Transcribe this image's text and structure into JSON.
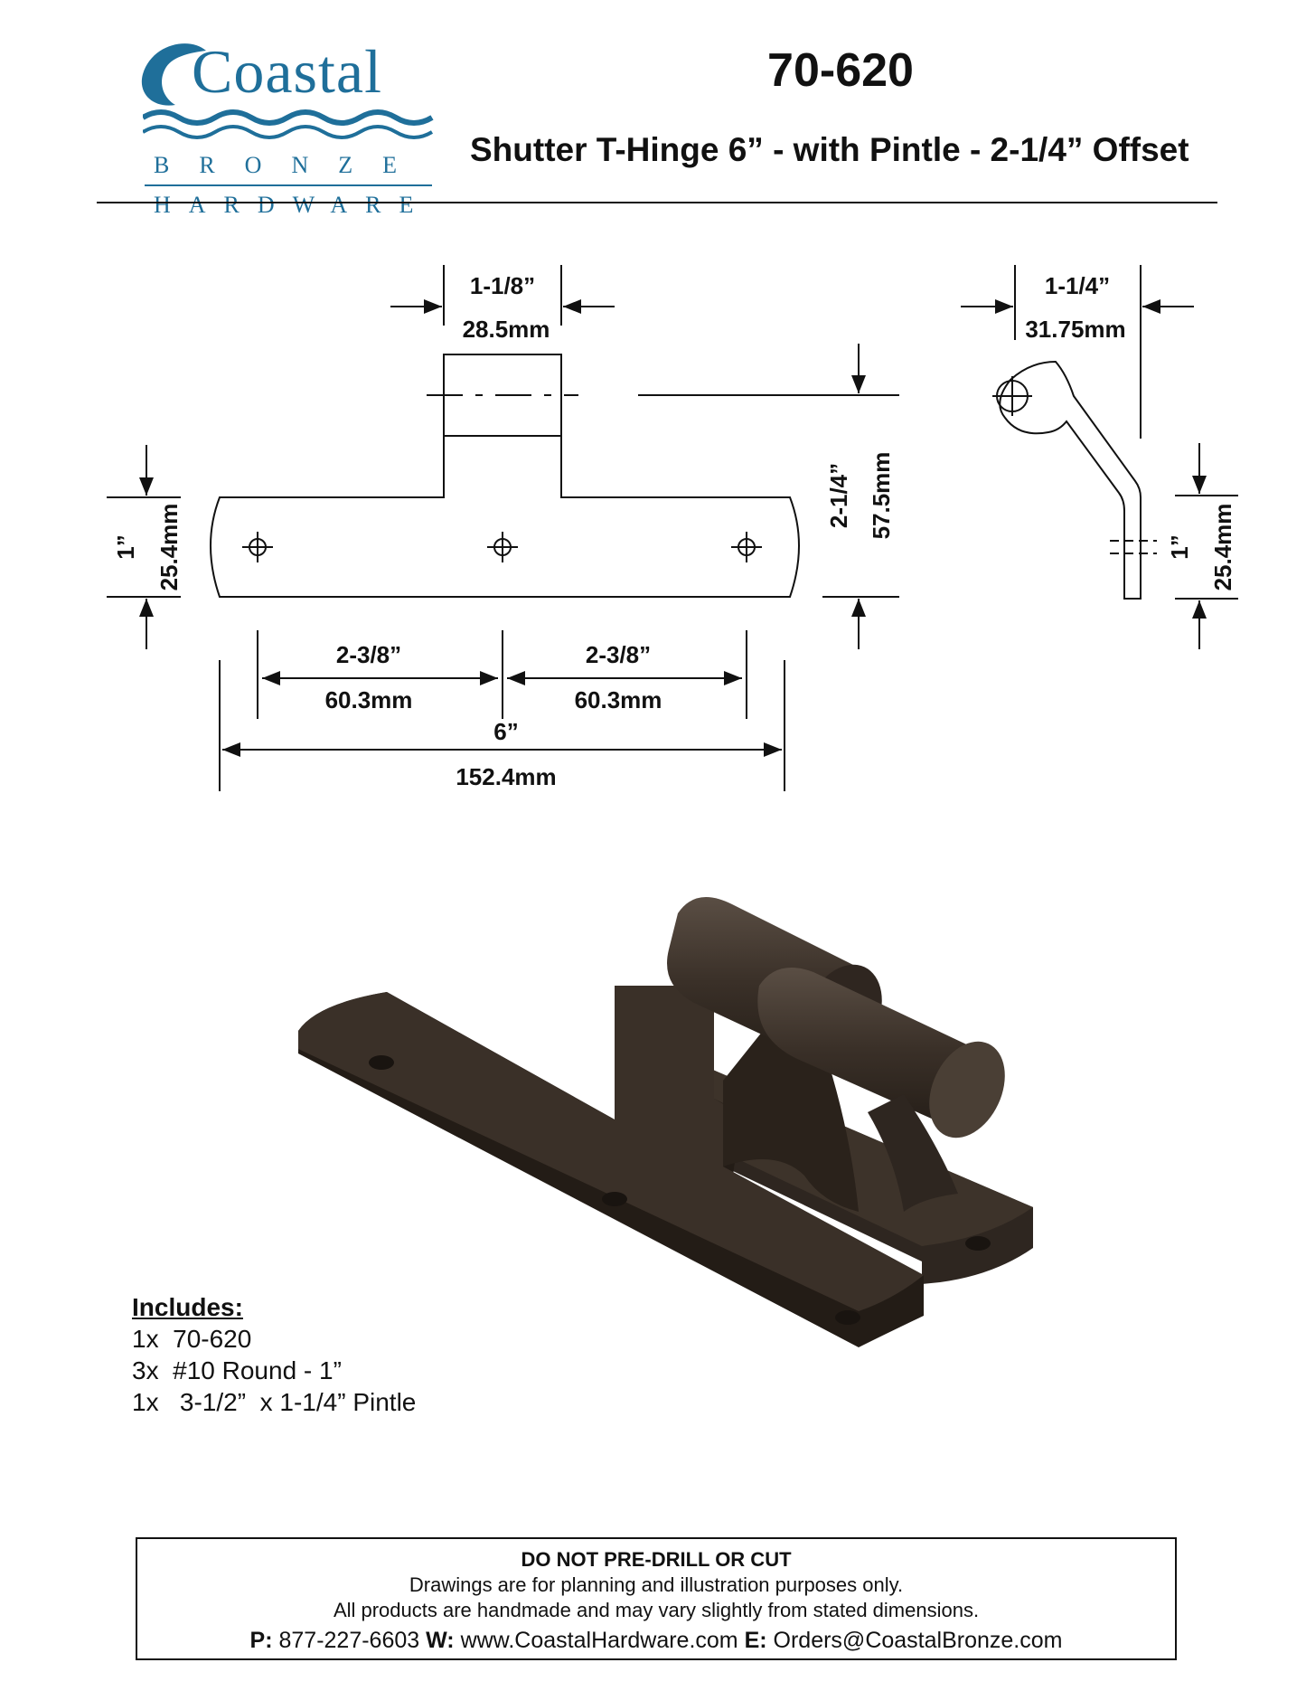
{
  "brand": {
    "name": "Coastal",
    "line1": "BRONZE",
    "line2": "HARDWARE",
    "color": "#1f6f9a"
  },
  "header": {
    "part_number": "70-620",
    "title": "Shutter T-Hinge 6” - with Pintle - 2-1/4” Offset"
  },
  "drawing": {
    "top_width_in": "1-1/8”",
    "top_width_mm": "28.5mm",
    "plate_height_in": "1”",
    "plate_height_mm": "25.4mm",
    "total_height_in": "2-1/4”",
    "total_height_mm": "57.5mm",
    "hole_spacing_left_in": "2-3/8”",
    "hole_spacing_left_mm": "60.3mm",
    "hole_spacing_right_in": "2-3/8”",
    "hole_spacing_right_mm": "60.3mm",
    "length_in": "6”",
    "length_mm": "152.4mm",
    "side_offset_in": "1-1/4”",
    "side_offset_mm": "31.75mm",
    "side_height_in": "1”",
    "side_height_mm": "25.4mm",
    "bronze_color": "#3a3028"
  },
  "includes": {
    "heading": "Includes:",
    "items": [
      "1x  70-620",
      "3x  #10 Round - 1”",
      "1x   3-1/2”  x 1-1/4” Pintle"
    ]
  },
  "notice": {
    "warning": "DO NOT PRE-DRILL OR CUT",
    "line1": "Drawings are for planning and illustration purposes only.",
    "line2": "All products are handmade and may vary slightly from stated dimensions.",
    "phone_label": "P:",
    "phone": "877-227-6603",
    "web_label": "W:",
    "web": "www.CoastalHardware.com",
    "email_label": "E:",
    "email": "Orders@CoastalBronze.com"
  }
}
